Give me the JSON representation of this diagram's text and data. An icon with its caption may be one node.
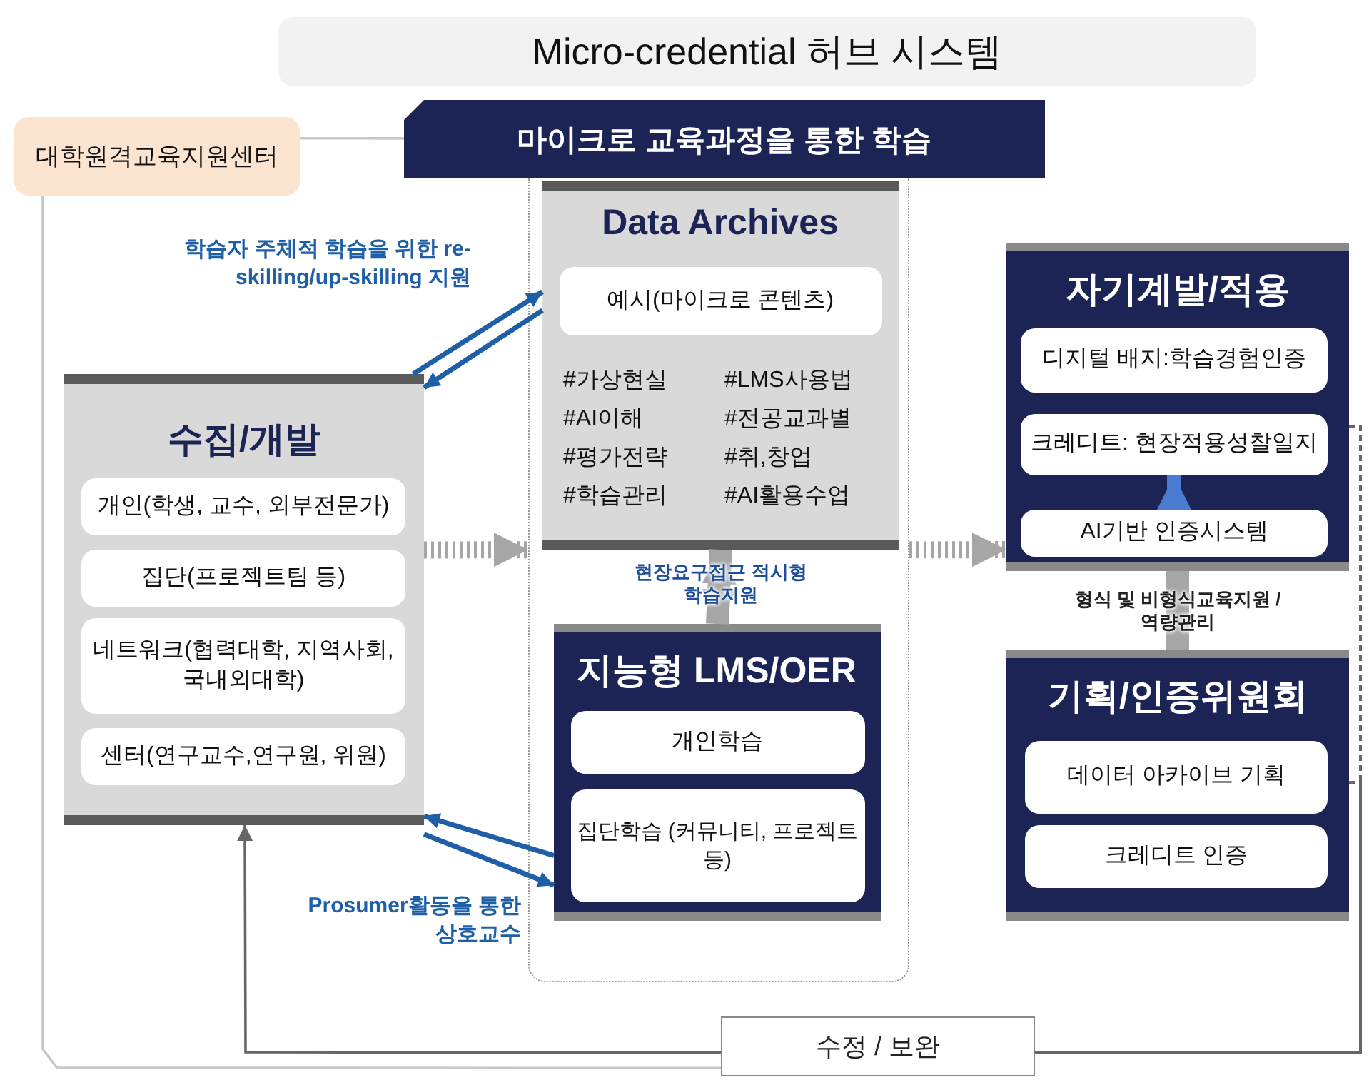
{
  "diagram": {
    "title": "Micro-credential 허브 시스템",
    "nodes": [
      {
        "text": [
          "대학원격교육지원센터"
        ]
      },
      {
        "text": [
          "마이크로 교육과정을 통한 학습"
        ]
      },
      {
        "text": [],
        "shape": "box"
      },
      {
        "text": [
          "수집/개발"
        ]
      },
      {
        "text": [
          "개인(학생, 교수, 외부전문가)"
        ],
        "in": 3
      },
      {
        "text": [
          "집단(프로젝트팀 등)"
        ],
        "in": 3
      },
      {
        "text": [
          "네트워크(협력대학, 지역사회, 국내외대학)"
        ],
        "in": 3
      },
      {
        "text": [
          "센터(연구교수,연구원, 위원)"
        ],
        "in": 3
      },
      {
        "text": [
          "Data Archives",
          "#가상현실",
          "#LMS사용법",
          "#AI이해",
          "#전공교과별",
          "#평가전략",
          "#취,창업",
          "#학습관리",
          "#AI활용수업"
        ],
        "in": 2
      },
      {
        "text": [
          "예시(마이크로 콘텐츠)"
        ],
        "in": 8
      },
      {
        "text": [
          "지능형 LMS/OER"
        ],
        "in": 2
      },
      {
        "text": [
          "개인학습"
        ],
        "in": 10
      },
      {
        "text": [
          "집단학습 (커뮤니티, 프로젝트 등)"
        ],
        "in": 10
      },
      {
        "text": [
          "자기계발/적용"
        ]
      },
      {
        "text": [
          "디지털 배지:학습경험인증"
        ],
        "in": 13
      },
      {
        "text": [
          "크레디트: 현장적용성찰일지"
        ],
        "in": 13
      },
      {
        "text": [
          "AI기반 인증시스템"
        ],
        "in": 13
      },
      {
        "text": [
          "기획/인증위원회"
        ]
      },
      {
        "text": [
          "데이터 아카이브 기획"
        ],
        "in": 17
      },
      {
        "text": [
          "크레디트 인증"
        ],
        "in": 17
      },
      {
        "text": [
          "수정 / 보완"
        ]
      }
    ],
    "edges": [
      {
        "from": 3,
        "to": 8,
        "arrow": "to",
        "label": "학습자 주체적 학습을 위한 re-skilling/up-skilling 지원"
      },
      {
        "from": 8,
        "to": 3,
        "arrow": "to"
      },
      {
        "from": 10,
        "to": 3,
        "arrow": "to"
      },
      {
        "from": 3,
        "to": 10,
        "arrow": "to",
        "label": "Prosumer활동을 통한 상호교수"
      },
      {
        "from": 3,
        "to": 2,
        "arrow": "to",
        "style": "dashed",
        "color": "#a6a6a6"
      },
      {
        "from": 2,
        "to": 13,
        "arrow": "to",
        "style": "dashed",
        "color": "#a6a6a6"
      },
      {
        "from": 8,
        "to": 10,
        "arrow": "both",
        "style": "thick",
        "color": "#a6a6a6",
        "label": "현장요구접근 적시형 학습지원"
      },
      {
        "from": 13,
        "to": 17,
        "arrow": "both",
        "style": "thick",
        "color": "#a6a6a6",
        "label": "형식 및 비형식교육지원 /역량관리"
      },
      {
        "from": 16,
        "to": 15,
        "arrow": "to",
        "style": "thick",
        "color": "#4a7bd0"
      },
      {
        "from": 0,
        "to": 1,
        "arrow": "none",
        "color": "#c8c8c8"
      },
      {
        "from": 0,
        "to": 20,
        "arrow": "none",
        "color": "#c8c8c8"
      },
      {
        "from": 20,
        "to": 3,
        "arrow": "to",
        "color": "#666666"
      },
      {
        "from": 13,
        "to": 20,
        "arrow": "none",
        "style": "dashed",
        "color": "#666666"
      },
      {
        "from": 17,
        "to": 20,
        "arrow": "none",
        "style": "dashed",
        "color": "#666666"
      }
    ]
  }
}
